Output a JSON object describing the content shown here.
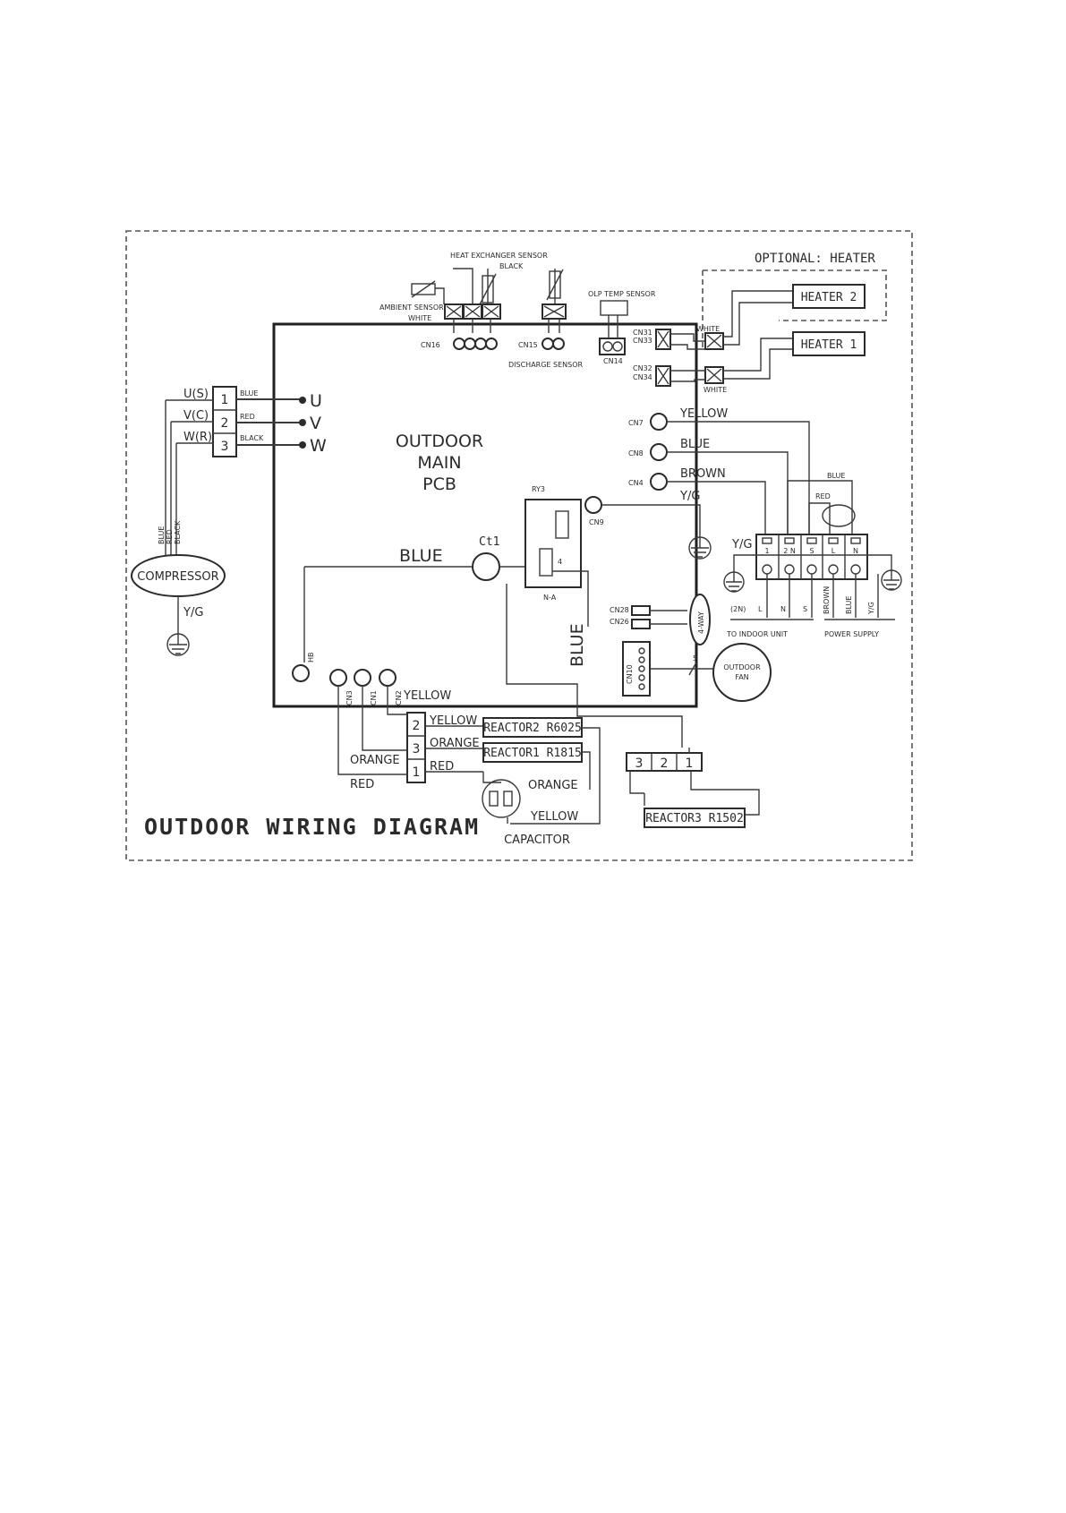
{
  "title": "OUTDOOR WIRING DIAGRAM",
  "pcb": {
    "line1": "OUTDOOR",
    "line2": "MAIN",
    "line3": "PCB"
  },
  "optional_heater": "OPTIONAL: HEATER",
  "heater2": "HEATER 2",
  "heater1": "HEATER 1",
  "white_label": "WHITE",
  "sensors": {
    "heat_exchanger": "HEAT EXCHANGER SENSOR",
    "black": "BLACK",
    "ambient": "AMBIENT SENSOR",
    "white": "WHITE",
    "discharge": "DISCHARGE SENSOR",
    "olp": "OLP TEMP SENSOR"
  },
  "connectors": {
    "cn16": "CN16",
    "cn15": "CN15",
    "cn14": "CN14",
    "cn31": "CN31",
    "cn33": "CN33",
    "cn32": "CN32",
    "cn34": "CN34",
    "cn7": "CN7",
    "cn8": "CN8",
    "cn4": "CN4",
    "cn9": "CN9",
    "cn28": "CN28",
    "cn26": "CN26",
    "cn10": "CN10",
    "hb": "HB",
    "cn3": "CN3",
    "cn1": "CN1",
    "cn2": "CN2"
  },
  "compressor": {
    "name": "COMPRESSOR",
    "terms": [
      "U(S)",
      "V(C)",
      "W(R)"
    ],
    "nums": [
      "1",
      "2",
      "3"
    ],
    "wires": [
      "BLUE",
      "RED",
      "BLACK"
    ],
    "phases": [
      "U",
      "V",
      "W"
    ],
    "vwires": [
      "BLUE",
      "RED",
      "BLACK"
    ],
    "ground": "Y/G"
  },
  "relay": {
    "name": "RY3",
    "pin": "4",
    "na": "N-A"
  },
  "ct1": "Ct1",
  "blue_wire": "BLUE",
  "blue_vertical": "BLUE",
  "four_way": "4-WAY",
  "outdoor_fan": {
    "l1": "OUTDOOR",
    "l2": "FAN",
    "wire_count": "5"
  },
  "right_wires": {
    "yellow": "YELLOW",
    "blue": "BLUE",
    "brown": "BROWN",
    "yg": "Y/G",
    "blue2": "BLUE",
    "red": "RED"
  },
  "terminal_block": {
    "yg": "Y/G",
    "nums": [
      "1",
      "2 N",
      "S",
      "L",
      "N"
    ],
    "bottom": [
      "(2N)",
      "L",
      "N",
      "S",
      "BROWN",
      "BLUE",
      "Y/G"
    ],
    "indoor": "TO INDOOR UNIT",
    "power": "POWER SUPPLY"
  },
  "reactors": {
    "r2": "REACTOR2 R6025",
    "r1": "REACTOR1 R1815",
    "r3": "REACTOR3 R1502",
    "nums_left": [
      "2",
      "3",
      "1"
    ],
    "nums_bottom": [
      "3",
      "2",
      "1"
    ]
  },
  "wire_colors": {
    "yellow": "YELLOW",
    "orange": "ORANGE",
    "red": "RED",
    "orange2": "ORANGE",
    "red2": "RED",
    "orange3": "ORANGE",
    "yellow2": "YELLOW",
    "yellow3": "YELLOW"
  },
  "capacitor": "CAPACITOR"
}
